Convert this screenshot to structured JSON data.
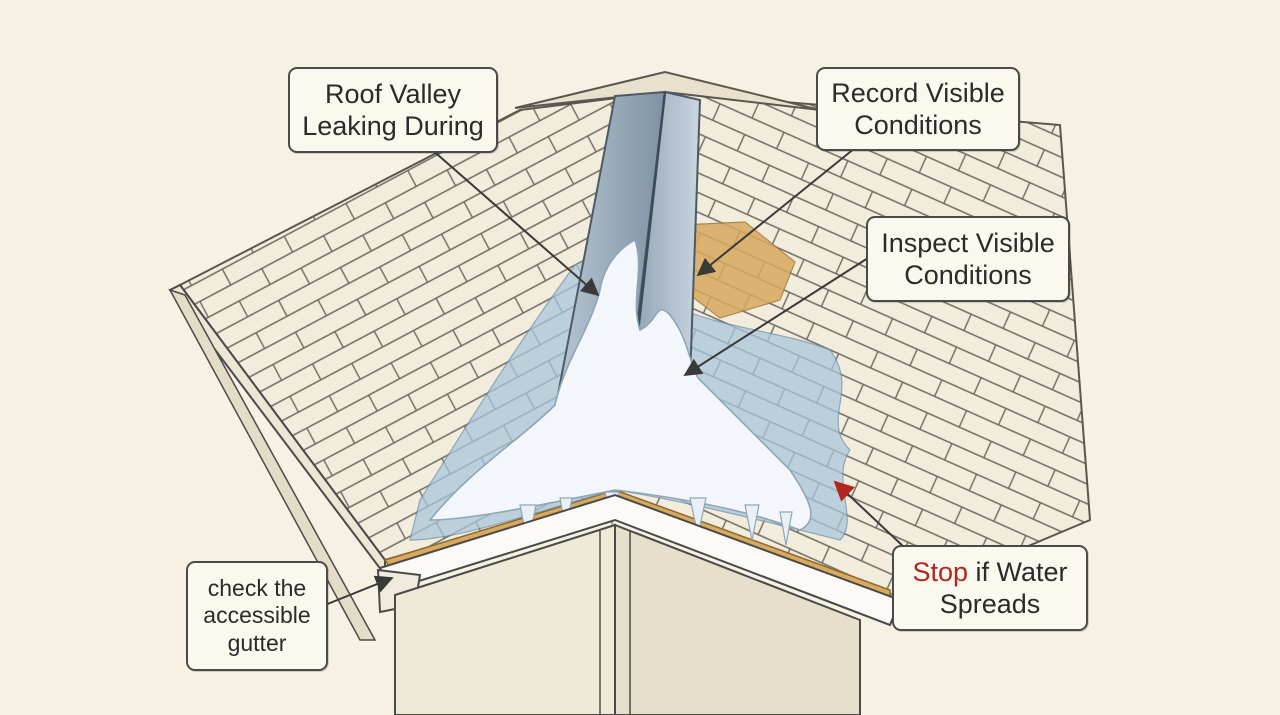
{
  "callouts": {
    "roof_valley": {
      "line1": "Roof Valley",
      "line2": "Leaking During"
    },
    "record": {
      "line1": "Record Visible",
      "line2": "Conditions"
    },
    "inspect": {
      "line1": "Inspect Visible",
      "line2": "Conditions"
    },
    "stop": {
      "highlight": "Stop",
      "rest": " if Water",
      "line2": "Spreads"
    },
    "gutter": {
      "line1": "check the",
      "line2": "accessible",
      "line3": "gutter"
    }
  },
  "colors": {
    "background": "#f6f1e3",
    "ink": "#4a4a48",
    "water": "#a9c6dc",
    "ice": "#f3f7fb",
    "wood_stain": "#d9a95e",
    "stop_red": "#b3261e"
  }
}
